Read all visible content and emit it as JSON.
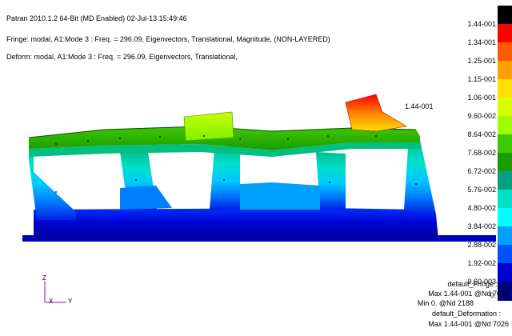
{
  "header": {
    "line1": "Patran 2010.1.2 64-Bit (MD Enabled) 02-Jul-13 15:49:46",
    "line2": "Fringe: modal, A1:Mode 3 : Freq. = 296.09, Eigenvectors, Translational, Magnitude, (NON-LAYERED)",
    "line3": "Deform: modal, A1:Mode 3 : Freq. = 296.09, Eigenvectors, Translational,"
  },
  "model": {
    "max_marker_label": "1.44-001"
  },
  "legend": {
    "colors": [
      "#000000",
      "#ff0000",
      "#ff5a00",
      "#ffa000",
      "#ffe000",
      "#d8ff00",
      "#9cff00",
      "#3ec800",
      "#1a9c00",
      "#00a080",
      "#00e0c8",
      "#00ffff",
      "#00a0ff",
      "#0050ff",
      "#0000d0",
      "#000080"
    ],
    "labels": [
      "1.44-001",
      "1.34-001",
      "1.25-001",
      "1.15-001",
      "1.06-001",
      "9.60-002",
      "8.64-002",
      "7.68-002",
      "6.72-002",
      "5.76-002",
      "4.80-002",
      "3.84-002",
      "2.88-002",
      "1.92-002",
      "9.60-003",
      "0."
    ]
  },
  "axes": {
    "z": "Z",
    "x": "X",
    "y": "Y"
  },
  "footer": {
    "line1": "default_Fringe :",
    "line2": "Max 1.44-001 @Nd 7026",
    "line3": "Min 0. @Nd 2188",
    "line4": "default_Deformation :",
    "line5": "Max 1.44-001 @Nd 7026"
  }
}
